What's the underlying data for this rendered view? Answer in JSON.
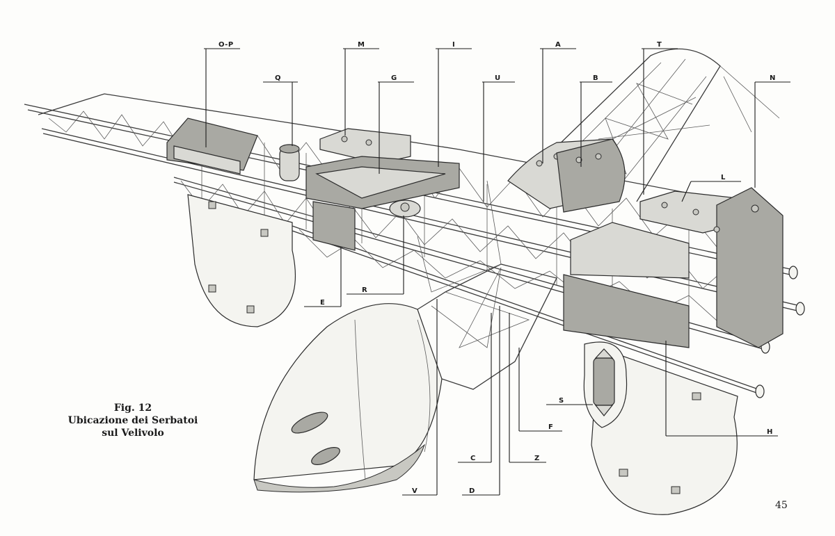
{
  "figure": {
    "caption_line1": "Fig. 12",
    "caption_line2": "Ubicazione dei Serbatoi",
    "caption_line3": "sul Velivolo",
    "page_number": "45"
  },
  "callouts": {
    "OP": "O-P",
    "M": "M",
    "I": "I",
    "A": "A",
    "T": "T",
    "Q": "Q",
    "G": "G",
    "U": "U",
    "B": "B",
    "N": "N",
    "L": "L",
    "E": "E",
    "R": "R",
    "S": "S",
    "F": "F",
    "H": "H",
    "C": "C",
    "Z": "Z",
    "V": "V",
    "D": "D"
  }
}
